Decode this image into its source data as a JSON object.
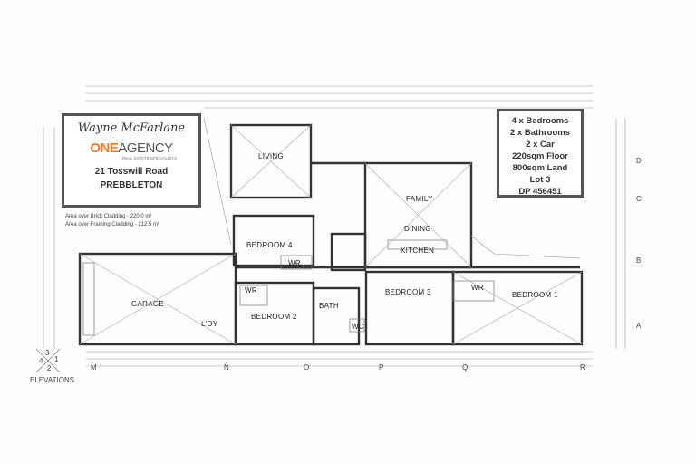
{
  "agent_box": {
    "agent_name": "Wayne McFarlane",
    "brand_one": "ONE",
    "brand_agency": "AGENCY",
    "tagline": "REAL ESTATE SPECIALISTS",
    "address_line1": "21 Tosswill Road",
    "address_line2": "PREBBLETON"
  },
  "areas": {
    "brick": "Area over Brick Cladding  -  220.0 m²",
    "framing": "Area over Framing Cladding  -  212.5 m²"
  },
  "specs": [
    "4 x Bedrooms",
    "2 x Bathrooms",
    "2 x Car",
    "220sqm Floor",
    "800sqm Land",
    "Lot 3",
    "DP 456451"
  ],
  "rooms": {
    "living": "LIVING",
    "family": "FAMILY",
    "dining": "DINING",
    "kitchen": "KITCHEN",
    "bedroom4": "BEDROOM 4",
    "wr1": "WR",
    "garage": "GARAGE",
    "laundry": "L'DY",
    "wr2": "WR",
    "bedroom2": "BEDROOM 2",
    "bath": "BATH",
    "wc": "WC",
    "bedroom3": "BEDROOM 3",
    "wr3": "WR",
    "bedroom1": "BEDROOM 1"
  },
  "grid_bottom": [
    "M",
    "N",
    "O",
    "P",
    "Q",
    "R"
  ],
  "grid_right": [
    "A",
    "B",
    "C",
    "D"
  ],
  "elevations_label": "ELEVATIONS",
  "elevation_numbers": [
    "3",
    "1",
    "4",
    "2"
  ]
}
